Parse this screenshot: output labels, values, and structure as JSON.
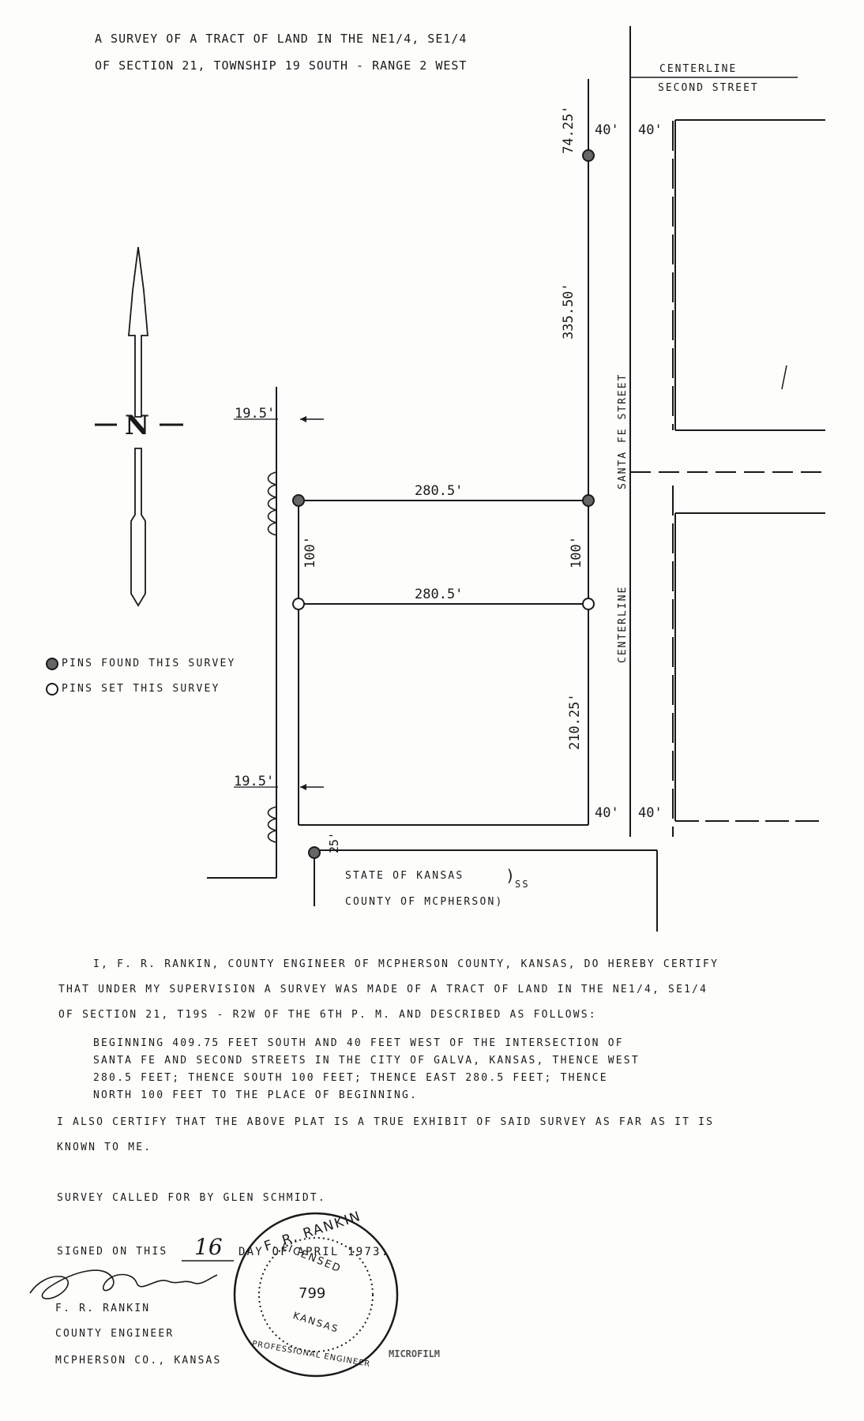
{
  "title": {
    "line1": "A SURVEY OF A TRACT OF LAND IN THE NE1/4, SE1/4",
    "line2": "OF SECTION 21, TOWNSHIP 19 SOUTH - RANGE 2 WEST"
  },
  "streets": {
    "centerline_second_1": "Centerline",
    "centerline_second_2": "Second Street",
    "santa_fe_street": "Santa Fe Street",
    "santa_fe_centerline": "Centerline"
  },
  "dimensions": {
    "top_offset": "74.25'",
    "top_40_left": "40'",
    "top_40_right": "40'",
    "north_length": "335.50'",
    "west_offset_top": "19.5'",
    "width_top": "280.5'",
    "height_left": "100'",
    "height_right": "100'",
    "width_bottom": "280.5'",
    "south_length": "210.25'",
    "west_offset_bottom": "19.5'",
    "bottom_40_left": "40'",
    "bottom_40_right": "40'",
    "small_offset": "25'"
  },
  "north_arrow": {
    "letter": "N"
  },
  "legend": {
    "found": "Pins found this Survey",
    "set": "Pins set this Survey"
  },
  "venue": {
    "state": "State of Kansas",
    "ss": "ss",
    "county": "County of McPherson)"
  },
  "certificate": {
    "line1": "I, F. R. Rankin, County Engineer of McPherson County, Kansas, do hereby certify",
    "line2": "that under my supervision a Survey was made of a tract of land in the NE1/4, SE1/4",
    "line3": "of Section 21, T19S - R2W of the 6th P. M. and described as follows:",
    "desc1": "Beginning 409.75 feet South and 40 feet West of the intersection of",
    "desc2": "Santa Fe and Second Streets in the City of Galva, Kansas, thence West",
    "desc3": "280.5 feet; Thence South 100 feet; thence East 280.5 feet; thence",
    "desc4": "North 100 feet to the place of beginning.",
    "also1": "I also certify that the above plat is a true exhibit of said Survey as far as it is",
    "also2": "known to me.",
    "called_for": "Survey called for by Glen Schmidt.",
    "signed_prefix": "Signed on this",
    "signed_day": "16",
    "signed_suffix": "day of April 1973.",
    "name": "F. R. Rankin",
    "office": "County Engineer",
    "county": "McPherson Co., Kansas"
  },
  "seal": {
    "outer": "F. R. RANKIN",
    "licensed": "LICENSED",
    "number": "799",
    "state": "KANSAS",
    "bottom": "PROFESSIONAL ENGINEER"
  },
  "stamp": "MICROFILM"
}
